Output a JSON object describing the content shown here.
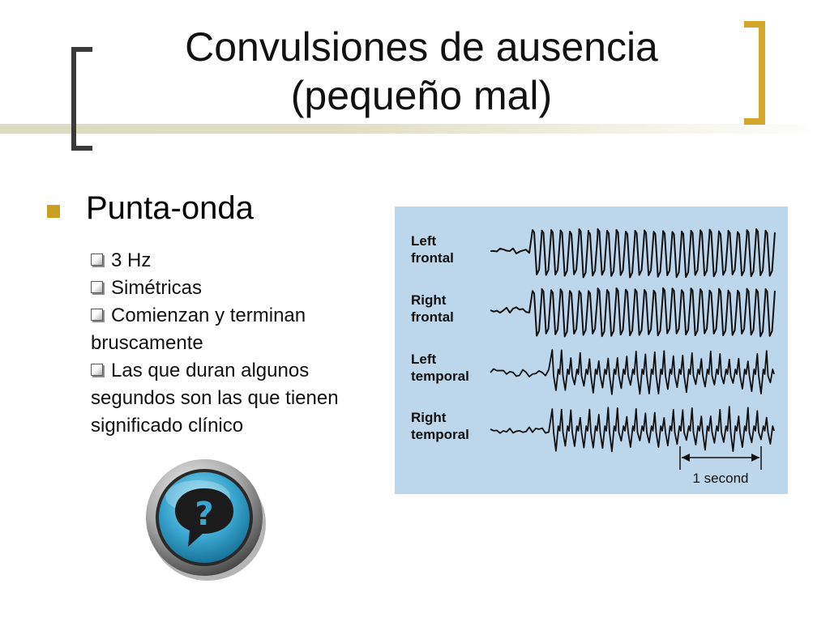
{
  "slide": {
    "title_line1": "Convulsiones de ausencia",
    "title_line2": "(pequeño mal)",
    "bullet": "Punta-onda",
    "sub_items": [
      "3 Hz",
      "Simétricas",
      "Comienzan y terminan bruscamente",
      "Las que duran algunos segundos son las que tienen significado clínico"
    ]
  },
  "eeg": {
    "channels": [
      {
        "line1": "Left",
        "line2": "frontal"
      },
      {
        "line1": "Right",
        "line2": "frontal"
      },
      {
        "line1": "Left",
        "line2": "temporal"
      },
      {
        "line1": "Right",
        "line2": "temporal"
      }
    ],
    "scale_label": "1 second"
  },
  "colors": {
    "accent_gold": "#d4a62a",
    "bracket_dark": "#3a3a3a",
    "eeg_background": "#bcd6ec",
    "icon_blue": "#3aa6cf"
  },
  "icons": {
    "bullet": "gold-square",
    "sub_bullet": "hollow-box",
    "help": "question-speech-bubble-icon"
  }
}
